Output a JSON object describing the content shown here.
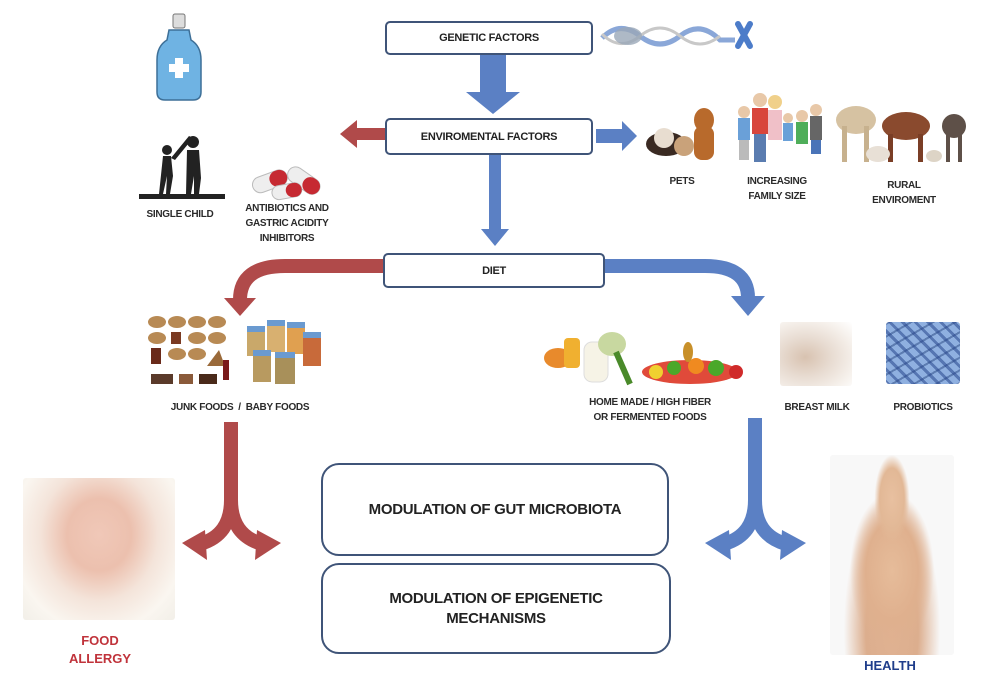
{
  "colors": {
    "blue_arrow": "#5b80c4",
    "red_arrow": "#b04a4a",
    "box_border": "#3f5478",
    "food_allergy_text": "#c0333b",
    "health_text": "#1f3d8a"
  },
  "boxes": {
    "genetic": "GENETIC FACTORS",
    "environmental": "ENVIROMENTAL FACTORS",
    "diet": "DIET",
    "gut_microbiota": "MODULATION OF GUT MICROBIOTA",
    "epigenetic_line1": "MODULATION OF EPIGENETIC",
    "epigenetic_line2": "MECHANISMS"
  },
  "negative_environment": [
    {
      "label": "SINGLE CHILD",
      "icon": "silhouette-icon"
    },
    {
      "label_lines": [
        "ANTIBIOTICS AND",
        "GASTRIC ACIDITY",
        "INHIBITORS"
      ],
      "icon": "pills-icon"
    }
  ],
  "positive_environment": [
    {
      "label_lines": [
        "PETS"
      ],
      "icon": "pets-icon"
    },
    {
      "label_lines": [
        "INCREASING",
        "FAMILY SIZE"
      ],
      "icon": "family-icon"
    },
    {
      "label_lines": [
        "RURAL",
        "ENVIROMENT"
      ],
      "icon": "farm-animals-icon"
    }
  ],
  "negative_diet": {
    "label": "JUNK FOODS  /  BABY FOODS",
    "icons": [
      "junk-food-icon",
      "baby-food-jars-icon"
    ]
  },
  "positive_diet": [
    {
      "label_lines": [
        "HOME MADE / HIGH FIBER",
        "OR FERMENTED FOODS"
      ],
      "icon": "vegetables-fruits-icon"
    },
    {
      "label_lines": [
        "BREAST MILK"
      ],
      "icon": "breastfeeding-icon"
    },
    {
      "label_lines": [
        "PROBIOTICS"
      ],
      "icon": "bacteria-icon"
    }
  ],
  "outcomes": {
    "negative": [
      "FOOD",
      "ALLERGY"
    ],
    "positive": "HEALTH"
  },
  "decorations": {
    "top_left": "baby-bottle-icon",
    "top_right": "dna-chromosome-icon"
  }
}
